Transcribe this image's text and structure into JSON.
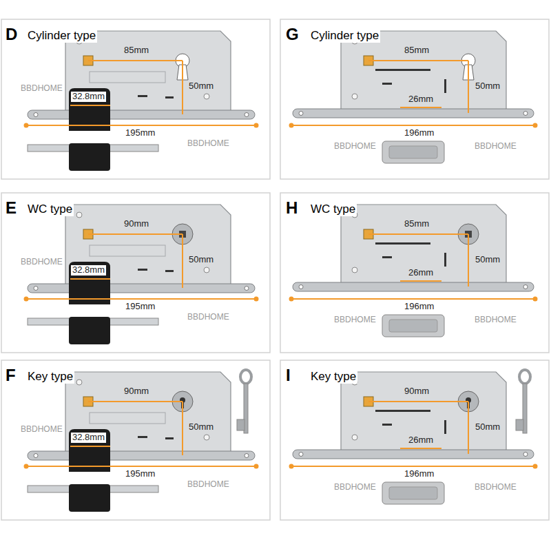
{
  "diagram": {
    "labels": [
      "D",
      "Cylinder type",
      "85mm",
      "50mm",
      "32.8mm",
      "195mm",
      "BBDHOME",
      "BBDHOME",
      "G",
      "Cylinder type",
      "85mm",
      "50mm",
      "26mm",
      "196mm",
      "BBDHOME",
      "BBDHOME",
      "E",
      "WC type",
      "90mm",
      "50mm",
      "32.8mm",
      "195mm",
      "BBDHOME",
      "BBDHOME",
      "H",
      "WC type",
      "85mm",
      "50mm",
      "26mm",
      "196mm",
      "BBDHOME",
      "BBDHOME",
      "F",
      "Key type",
      "90mm",
      "50mm",
      "32.8mm",
      "195mm",
      "BBDHOME",
      "BBDHOME",
      "I",
      "Key type",
      "90mm",
      "50mm",
      "26mm",
      "196mm",
      "BBDHOME",
      "BBDHOME"
    ]
  }
}
